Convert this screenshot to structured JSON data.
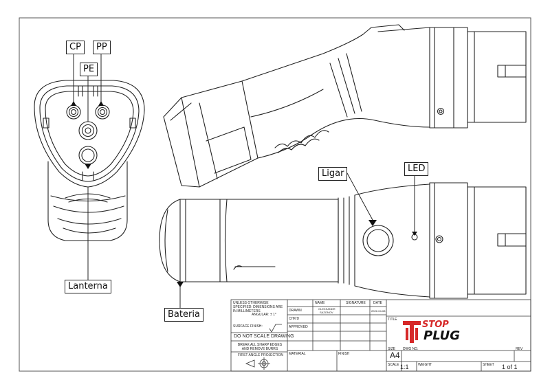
{
  "callouts": {
    "cp": "CP",
    "pp": "PP",
    "pe": "PE",
    "ligar": "Ligar",
    "led": "LED",
    "lanterna": "Lanterna",
    "bateria": "Bateria"
  },
  "title_block": {
    "tolerance_note": "UNLESS OTHERWISE SPECIFIED: DIMENSIONS ARE IN MILLIMETERS",
    "angular": "ANGULAR: ± 1°",
    "surface_finish": "SURFACE FINISH:",
    "do_not_scale": "DO NOT SCALE DRAWING",
    "break_edges": "BREAK ALL SHARP EDGES AND REMOVE BURRS",
    "projection": "FIRST ANGLE PROJECTION",
    "col_name": "NAME",
    "col_signature": "SIGNATURE",
    "col_date": "DATE",
    "row_drawn": "DRAWN",
    "row_chkd": "CHK'D",
    "row_apprvd": "APPROVED",
    "drawn_by_1": "OLEKSANDR",
    "drawn_by_2": "SAZONOV",
    "drawn_date": "2022-04-08",
    "material": "MATERIAL",
    "finish": "FINISH",
    "title_label": "TITLE",
    "size_label": "SIZE",
    "size": "A4",
    "dwg_no_label": "DWG NO.",
    "rev_label": "REV",
    "scale_label": "SCALE",
    "scale": "1:1",
    "weight_label": "WEIGHT",
    "sheet_label": "SHEET",
    "sheet": "1 of 1"
  },
  "logo": {
    "line1": "STOP",
    "line2": "PLUG",
    "accent": "#d62828"
  }
}
